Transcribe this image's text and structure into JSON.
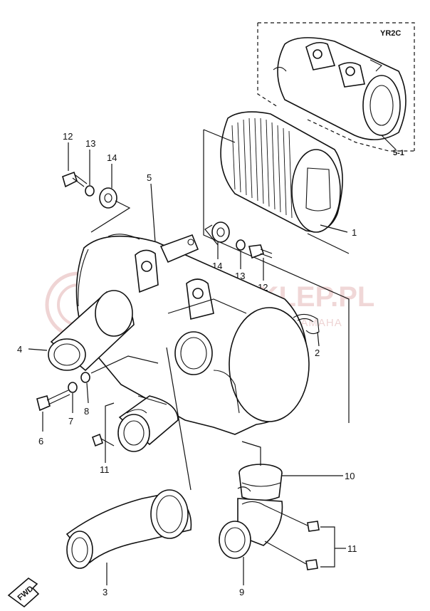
{
  "variant_label": "YR2C",
  "watermark": {
    "main": "PARTS-SKLEP.PL",
    "sub": "BUCIERNOWICE | DEALER YAMAHA"
  },
  "fwd_label": "FWD",
  "callouts": [
    {
      "id": "c1",
      "text": "1"
    },
    {
      "id": "c2",
      "text": "2"
    },
    {
      "id": "c3",
      "text": "3"
    },
    {
      "id": "c4",
      "text": "4"
    },
    {
      "id": "c5",
      "text": "5"
    },
    {
      "id": "c5-1",
      "text": "5-1"
    },
    {
      "id": "c6",
      "text": "6"
    },
    {
      "id": "c7",
      "text": "7"
    },
    {
      "id": "c8",
      "text": "8"
    },
    {
      "id": "c9",
      "text": "9"
    },
    {
      "id": "c10",
      "text": "10"
    },
    {
      "id": "c11a",
      "text": "11"
    },
    {
      "id": "c11b",
      "text": "11"
    },
    {
      "id": "c12a",
      "text": "12"
    },
    {
      "id": "c12b",
      "text": "12"
    },
    {
      "id": "c13a",
      "text": "13"
    },
    {
      "id": "c13b",
      "text": "13"
    },
    {
      "id": "c14a",
      "text": "14"
    },
    {
      "id": "c14b",
      "text": "14"
    }
  ],
  "colors": {
    "line": "#111111",
    "watermark": "#e4b8b8"
  }
}
